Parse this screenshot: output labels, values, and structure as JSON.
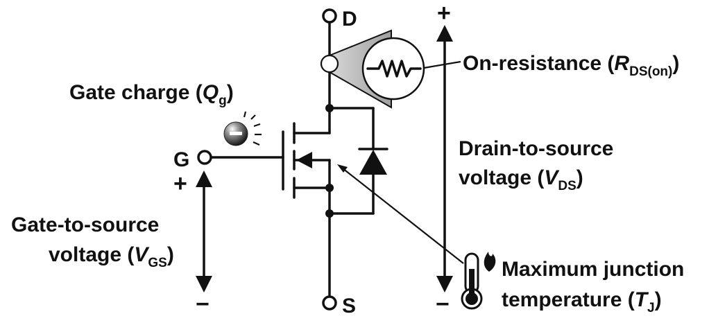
{
  "terminals": {
    "drain": "D",
    "gate": "G",
    "source": "S"
  },
  "signs": {
    "vds_plus": "+",
    "vds_minus": "−",
    "vgs_plus": "+",
    "vgs_minus": "−"
  },
  "labels": {
    "on_resistance": {
      "text": "On-resistance (",
      "symbol": "R",
      "subscript": "DS(on)",
      "close": ")"
    },
    "gate_charge": {
      "text": "Gate charge (",
      "symbol": "Q",
      "subscript": "g",
      "close": ")"
    },
    "drain_to_source": {
      "line1": "Drain-to-source",
      "line2_text": "voltage (",
      "symbol": "V",
      "subscript": "DS",
      "close": ")"
    },
    "gate_to_source": {
      "line1": "Gate-to-source",
      "line2_text": "voltage (",
      "symbol": "V",
      "subscript": "GS",
      "close": ")"
    },
    "junction_temp": {
      "line1": "Maximum junction",
      "line2_text": "temperature (",
      "symbol": "T",
      "subscript": "J",
      "close": ")"
    }
  },
  "icons": {
    "electron": "electron-ball-icon",
    "resistor": "resistor-icon",
    "thermometer": "thermometer-icon",
    "flame": "flame-icon"
  },
  "colors": {
    "ink": "#111111",
    "cone_fill": "#bdbdbd"
  }
}
